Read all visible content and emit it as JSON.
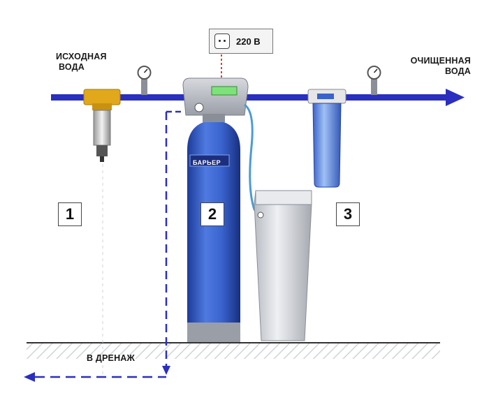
{
  "labels": {
    "source_water": [
      "ИСХОДНАЯ",
      "ВОДА"
    ],
    "clean_water": [
      "ОЧИЩЕННАЯ",
      "ВОДА"
    ],
    "drain": "В ДРЕНАЖ",
    "voltage": "220 В",
    "brand": "БАРЬЕР"
  },
  "stages": [
    "1",
    "2",
    "3"
  ],
  "colors": {
    "pipe": "#2a2fbf",
    "tank": "#2e56c8",
    "brass": "#e0a81a",
    "drain_dash": "#2a2fbf",
    "control_wire": "#d94040"
  },
  "icons": [
    "power-socket-icon",
    "pressure-gauge-icon",
    "arrow-right-icon",
    "arrow-left-icon",
    "arrow-down-icon"
  ]
}
